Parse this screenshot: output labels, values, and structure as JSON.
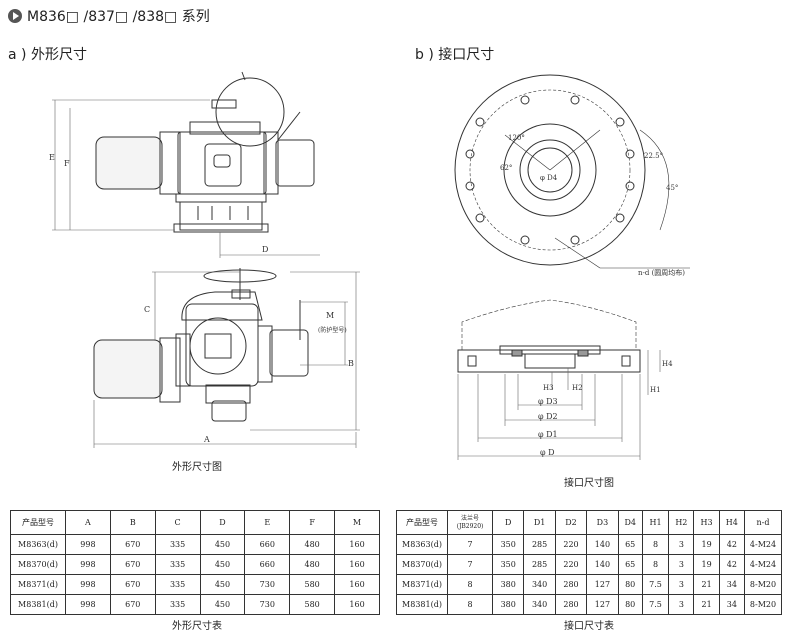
{
  "page": {
    "title": "M836□ /837□ /838□ 系列",
    "section_a": "a ) 外形尺寸",
    "section_b": "b ) 接口尺寸",
    "caption_outline_drawing": "外形尺寸图",
    "caption_interface_drawing": "接口尺寸图",
    "caption_outline_table": "外形尺寸表",
    "caption_interface_table": "接口尺寸表"
  },
  "drawing_labels": {
    "E": "E",
    "F": "F",
    "D": "D",
    "C": "C",
    "M": "M",
    "B": "B",
    "A": "A",
    "m_note": "(防护型号)",
    "angle_120": "120°",
    "angle_62": "62°",
    "angle_22": "22.5°",
    "angle_45": "45°",
    "phi_d4": "φ D4",
    "hole_note": "n-d  (圆周均布)",
    "H4": "H4",
    "H1": "H1",
    "H3": "H3",
    "H2": "H2",
    "phi_D3": "φ D3",
    "phi_D2": "φ D2",
    "phi_D1": "φ D1",
    "phi_D": "φ D"
  },
  "outline_table": {
    "headers": [
      "产品型号",
      "A",
      "B",
      "C",
      "D",
      "E",
      "F",
      "M"
    ],
    "rows": [
      [
        "M8363(d)",
        "998",
        "670",
        "335",
        "450",
        "660",
        "480",
        "160"
      ],
      [
        "M8370(d)",
        "998",
        "670",
        "335",
        "450",
        "660",
        "480",
        "160"
      ],
      [
        "M8371(d)",
        "998",
        "670",
        "335",
        "450",
        "730",
        "580",
        "160"
      ],
      [
        "M8381(d)",
        "998",
        "670",
        "335",
        "450",
        "730",
        "580",
        "160"
      ]
    ]
  },
  "interface_table": {
    "headers": [
      "产品型号",
      "法兰号",
      "D",
      "D1",
      "D2",
      "D3",
      "D4",
      "H1",
      "H2",
      "H3",
      "H4",
      "n-d"
    ],
    "flange_sub": "(JB2920)",
    "rows": [
      [
        "M8363(d)",
        "7",
        "350",
        "285",
        "220",
        "140",
        "65",
        "8",
        "3",
        "19",
        "42",
        "4-M24"
      ],
      [
        "M8370(d)",
        "7",
        "350",
        "285",
        "220",
        "140",
        "65",
        "8",
        "3",
        "19",
        "42",
        "4-M24"
      ],
      [
        "M8371(d)",
        "8",
        "380",
        "340",
        "280",
        "127",
        "80",
        "7.5",
        "3",
        "21",
        "34",
        "8-M20"
      ],
      [
        "M8381(d)",
        "8",
        "380",
        "340",
        "280",
        "127",
        "80",
        "7.5",
        "3",
        "21",
        "34",
        "8-M20"
      ]
    ]
  }
}
